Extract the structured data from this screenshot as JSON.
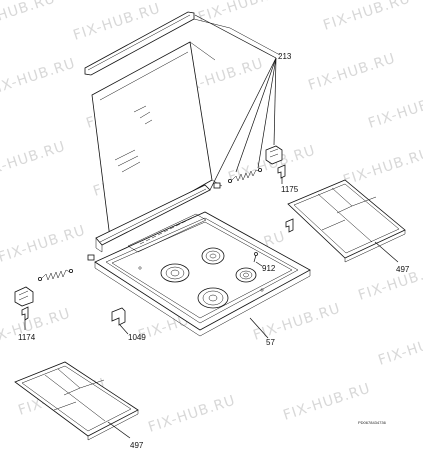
{
  "watermark": "FIX-HUB.RU",
  "labels": {
    "glass_lid": "213",
    "bracket_right": "1175",
    "burner_cap": "912",
    "grid_right": "497",
    "hinge_left": "1174",
    "clip": "1049",
    "hob_top": "57",
    "grid_bottom": "497"
  },
  "drawing_code": "PD0678434736",
  "icons": {
    "glass-lid": "lid-panel",
    "grid": "pan-support",
    "hob": "gas-hob-top",
    "spring": "hinge-spring",
    "bracket": "mounting-bracket"
  }
}
